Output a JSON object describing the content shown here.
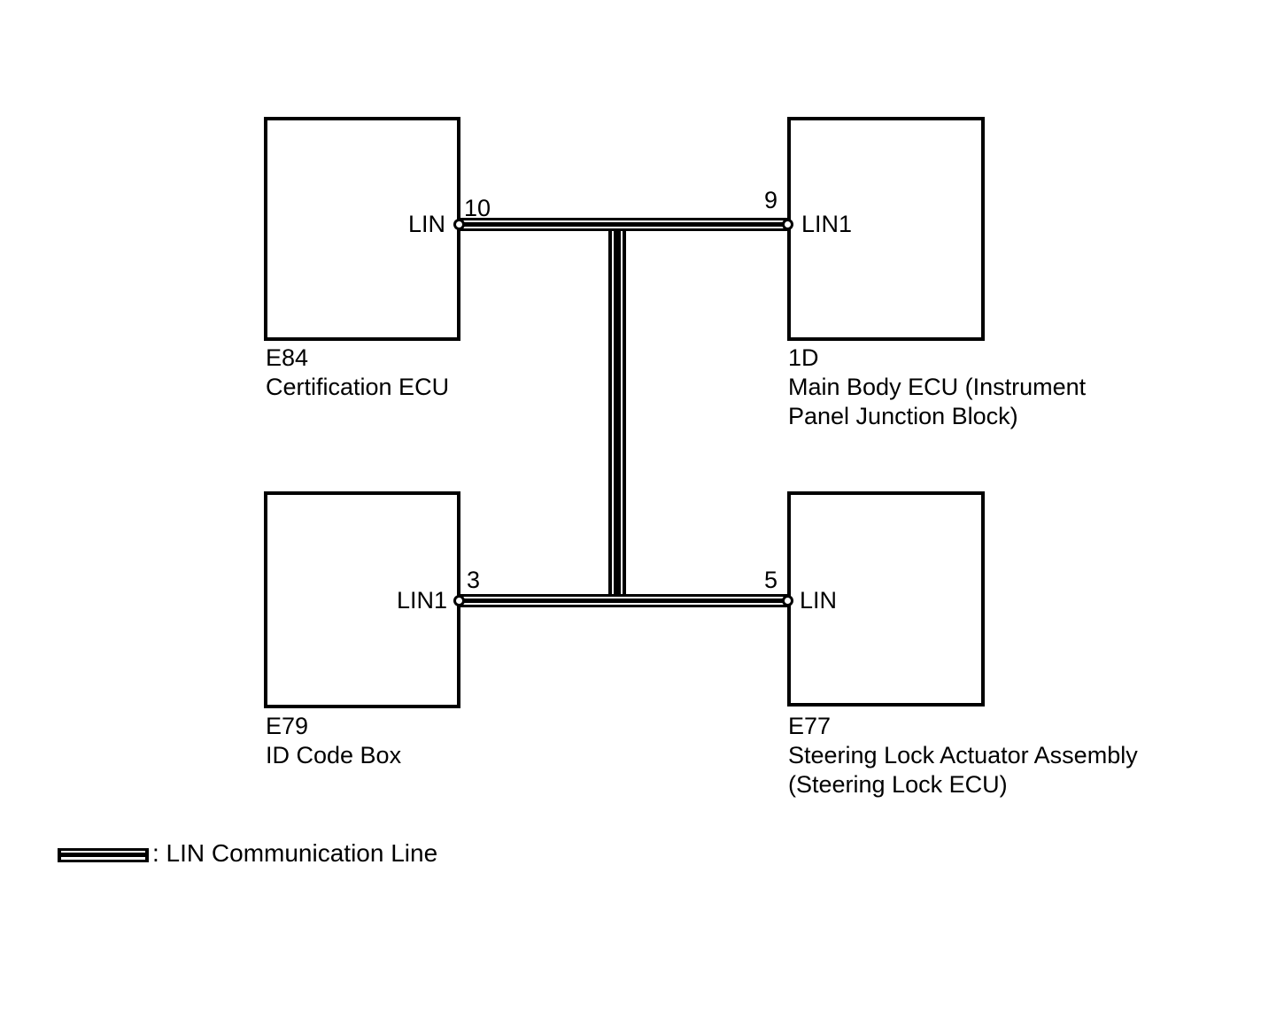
{
  "diagram": {
    "background_color": "#ffffff",
    "line_color": "#000000",
    "nodes": [
      {
        "code": "E84",
        "name_lines": [
          "Certification ECU"
        ],
        "pin": {
          "number": "10",
          "label": "LIN",
          "side": "right"
        }
      },
      {
        "code": "1D",
        "name_lines": [
          "Main Body ECU (Instrument",
          "Panel Junction Block)"
        ],
        "pin": {
          "number": "9",
          "label": "LIN1",
          "side": "left"
        }
      },
      {
        "code": "E79",
        "name_lines": [
          "ID Code Box"
        ],
        "pin": {
          "number": "3",
          "label": "LIN1",
          "side": "right"
        }
      },
      {
        "code": "E77",
        "name_lines": [
          "Steering Lock Actuator Assembly",
          "(Steering Lock ECU)"
        ],
        "pin": {
          "number": "5",
          "label": "LIN",
          "side": "left"
        }
      }
    ],
    "connections": [
      {
        "from": "E84 pin 10",
        "to": "1D pin 9",
        "type": "LIN"
      },
      {
        "from": "E79 pin 3",
        "to": "E77 pin 5",
        "type": "LIN"
      },
      {
        "from": "top LIN line",
        "to": "bottom LIN line",
        "type": "LIN branch"
      }
    ],
    "legend": {
      "swatch_icon": "lin-triple-stripe-line",
      "label": ": LIN Communication Line"
    }
  }
}
